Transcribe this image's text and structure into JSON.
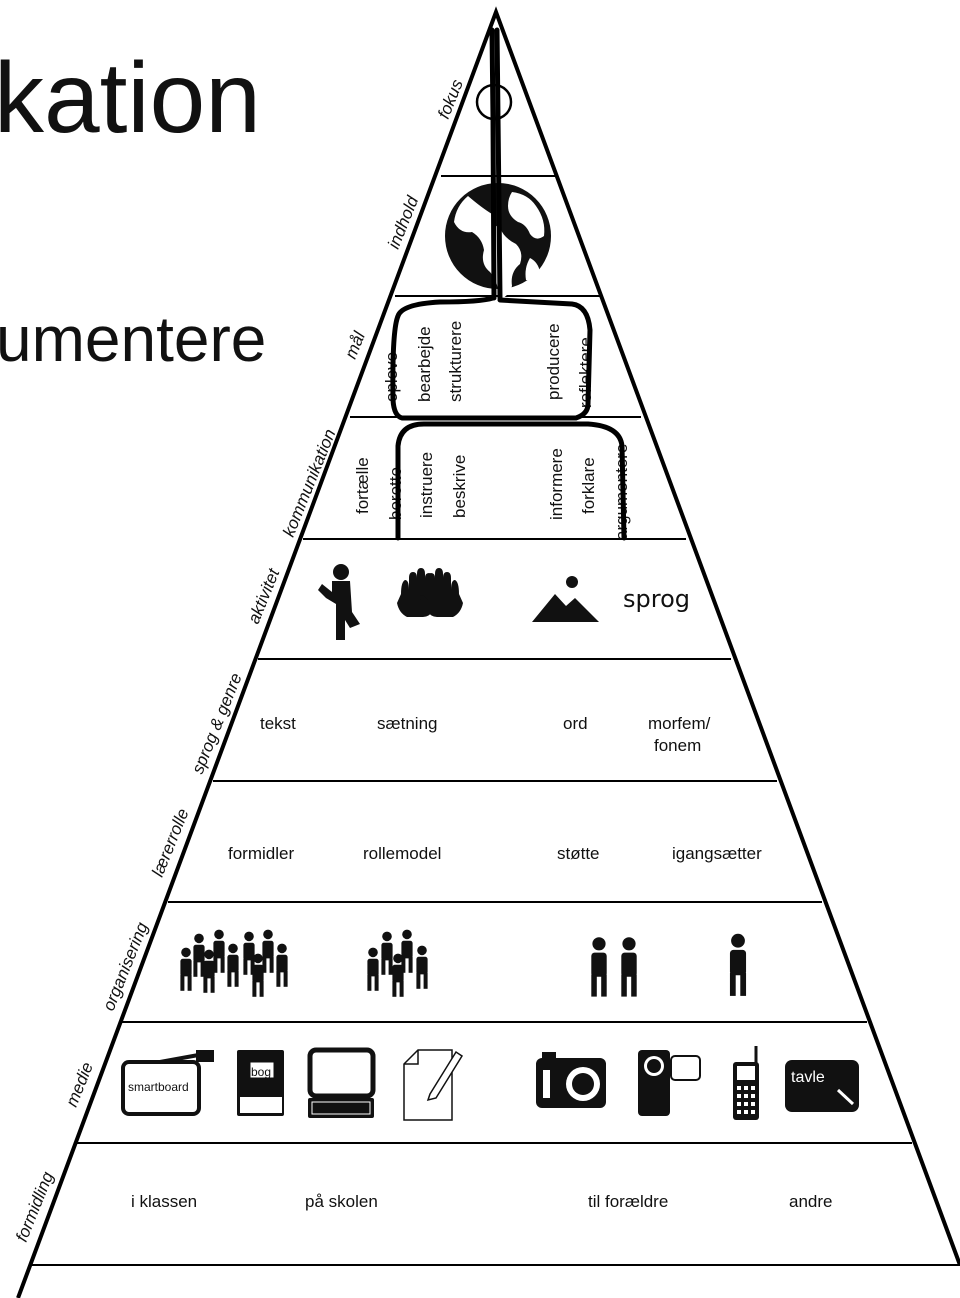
{
  "title_fragment": "kation",
  "subtitle_fragment": "umentere",
  "side_labels": [
    "fokus",
    "indhold",
    "mål",
    "kommunikation",
    "aktivitet",
    "sprog & genre",
    "lærerrolle",
    "organisering",
    "medie",
    "formidling"
  ],
  "mal": {
    "items": [
      "opleve",
      "bearbejde",
      "strukturere",
      "producere",
      "reflektere"
    ]
  },
  "kommunikation": {
    "items": [
      "fortælle",
      "berette",
      "instruere",
      "beskrive",
      "informere",
      "forklare",
      "argumentere"
    ]
  },
  "aktivitet": {
    "sprog": "sprog"
  },
  "sprog_genre": {
    "items": [
      "tekst",
      "sætning",
      "ord",
      "morfem/",
      "fonem"
    ]
  },
  "laererrolle": {
    "items": [
      "formidler",
      "rollemodel",
      "støtte",
      "igangsætter"
    ]
  },
  "medie": {
    "smartboard": "smartboard",
    "bog": "bog",
    "tavle": "tavle"
  },
  "formidling": {
    "items": [
      "i klassen",
      "på skolen",
      "til forældre",
      "andre"
    ]
  },
  "icons": [
    "target-circle-icon",
    "globe-icon",
    "running-person-icon",
    "hands-icon",
    "mountain-icon",
    "large-group-icon",
    "small-group-icon",
    "pair-icon",
    "single-person-icon",
    "smartboard-icon",
    "book-icon",
    "computer-icon",
    "paper-pencil-icon",
    "camera-icon",
    "video-camera-icon",
    "mobile-phone-icon",
    "blackboard-icon"
  ]
}
